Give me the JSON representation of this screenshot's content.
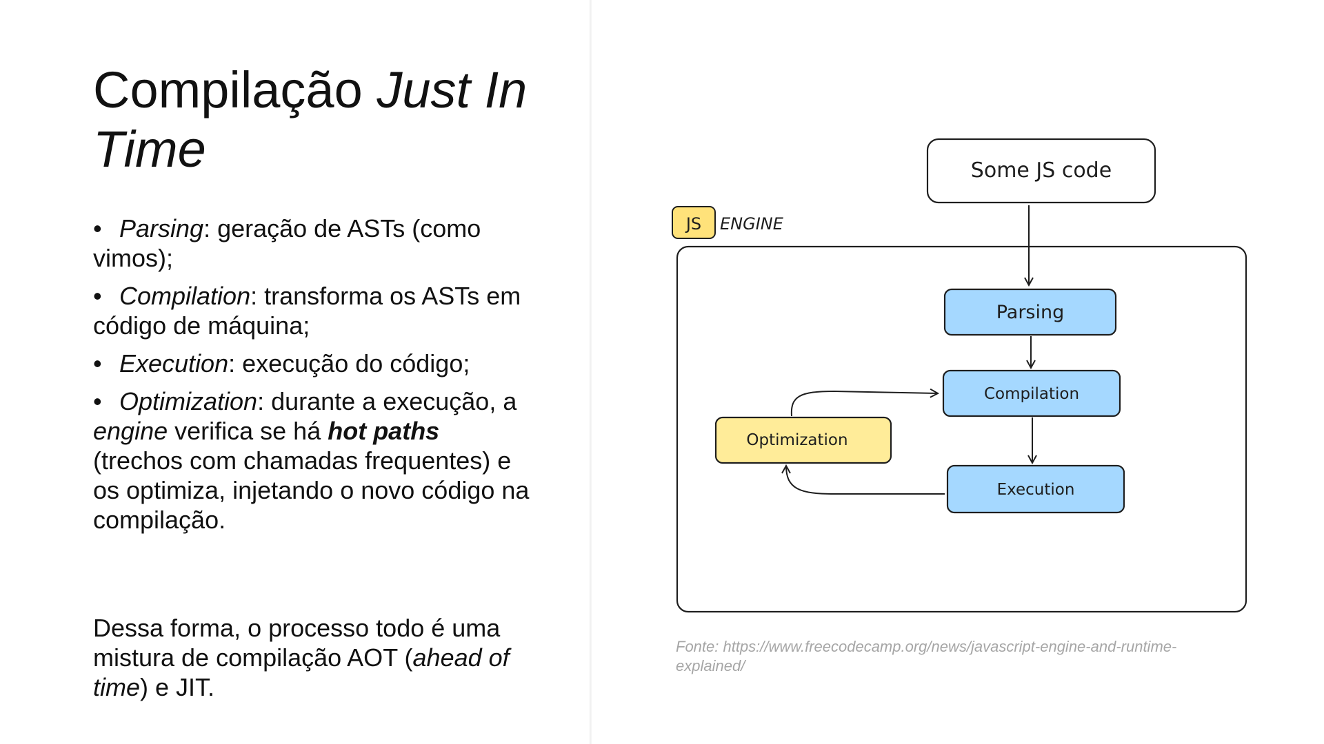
{
  "slide": {
    "title_regular": "Compilação ",
    "title_italic_1": "Just In",
    "title_italic_2": "Time",
    "bullets": [
      {
        "term": "Parsing",
        "text": ": geração de ASTs (como vimos);"
      },
      {
        "term": "Compilation",
        "text": ": transforma os ASTs em código de máquina;"
      },
      {
        "term": "Execution",
        "text": ": execução do código;"
      },
      {
        "term": "Optimization",
        "text_a": ": durante a execução, a ",
        "text_italic": "engine",
        "text_b": " verifica se há ",
        "text_bold_italic": "hot paths",
        "text_c": " (trechos com chamadas frequentes) e os optimiza, injetando o novo código na compilação."
      }
    ],
    "summary_a": "Dessa forma, o processo todo é uma mistura de compilação AOT (",
    "summary_italic": "ahead of time",
    "summary_b": ") e JIT.",
    "bullet_char": "•"
  },
  "diagram": {
    "source_box": "Some JS code",
    "engine_tag": "JS",
    "engine_label": "ENGINE",
    "nodes": {
      "parsing": "Parsing",
      "compilation": "Compilation",
      "execution": "Execution",
      "optimization": "Optimization"
    },
    "colors": {
      "blue_fill": "#a5d8ff",
      "yellow_fill": "#ffec99",
      "stroke": "#1e1e1e"
    }
  },
  "source_caption": "Fonte: https://www.freecodecamp.org/news/javascript-engine-and-runtime-explained/"
}
